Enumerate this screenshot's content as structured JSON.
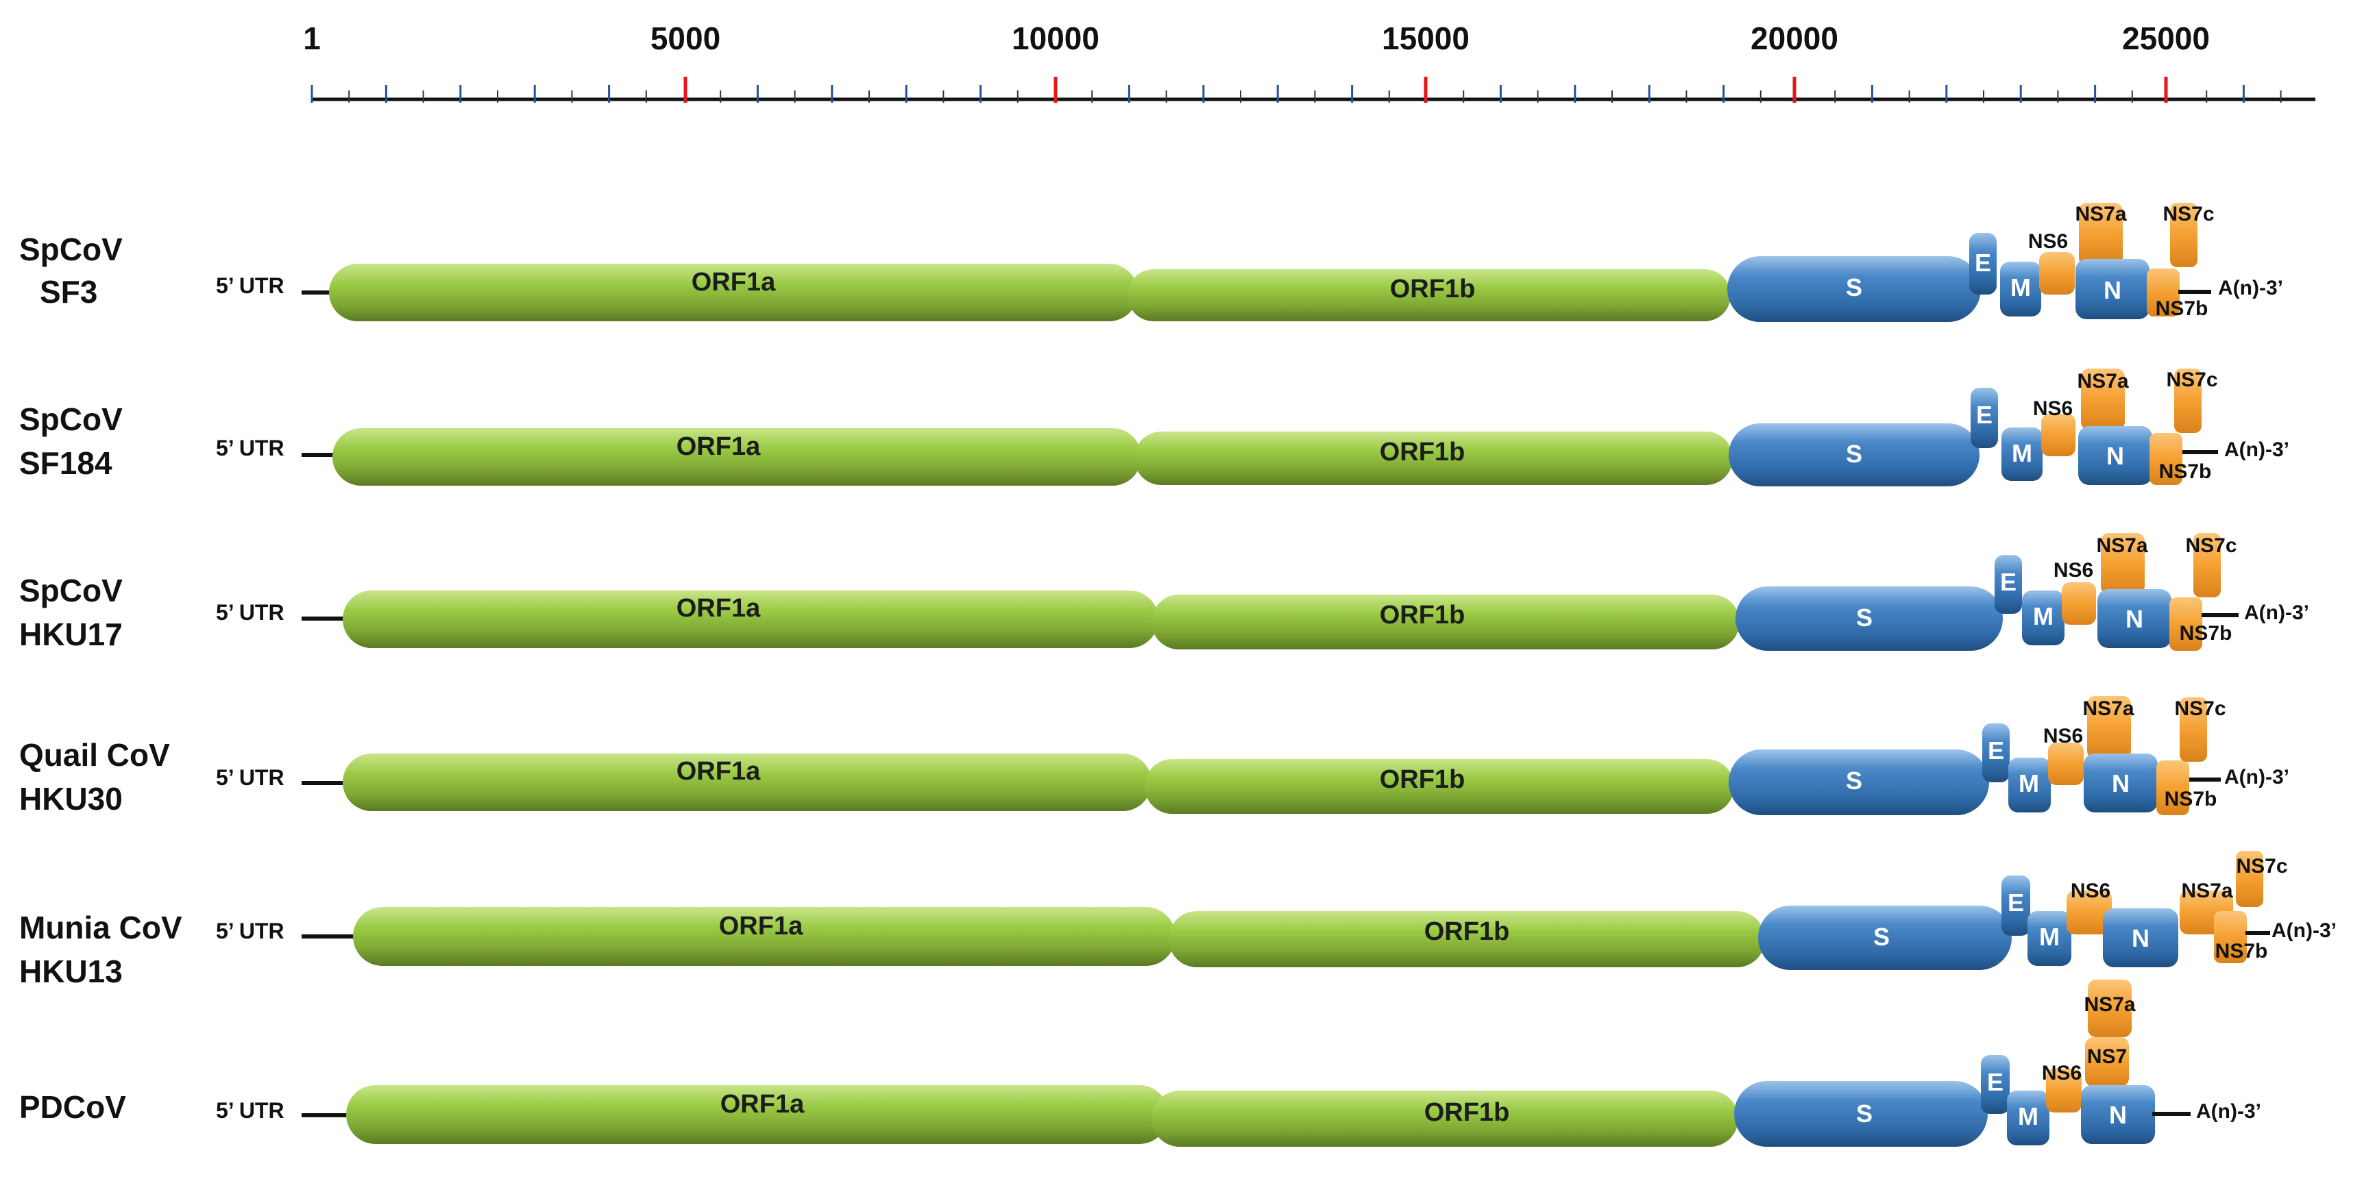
{
  "scale": {
    "tick_labels": [
      "1",
      "5000",
      "10000",
      "15000",
      "20000",
      "25000"
    ],
    "major_tick_color": "#e8161b",
    "minor_tick_color": "#2a4fa0"
  },
  "colors": {
    "orf_green": "#8fc33e",
    "orf_green_dark": "#5d7d22",
    "structural_blue": "#3f7ec0",
    "accessory_orange": "#f5a031"
  },
  "genomes": [
    {
      "name_lines": [
        "SpCoV",
        "SF3"
      ],
      "utr5": "5’ UTR",
      "utr3": "A(n)-3’",
      "genes": [
        "ORF1a",
        "ORF1b",
        "S",
        "E",
        "M",
        "NS6",
        "NS7a",
        "N",
        "NS7b",
        "NS7c"
      ]
    },
    {
      "name_lines": [
        "SpCoV",
        "SF184"
      ],
      "utr5": "5’ UTR",
      "utr3": "A(n)-3’",
      "genes": [
        "ORF1a",
        "ORF1b",
        "S",
        "E",
        "M",
        "NS6",
        "NS7a",
        "N",
        "NS7b",
        "NS7c"
      ]
    },
    {
      "name_lines": [
        "SpCoV",
        "HKU17"
      ],
      "utr5": "5’ UTR",
      "utr3": "A(n)-3’",
      "genes": [
        "ORF1a",
        "ORF1b",
        "S",
        "E",
        "M",
        "NS6",
        "NS7a",
        "N",
        "NS7b",
        "NS7c"
      ]
    },
    {
      "name_lines": [
        "Quail CoV",
        "HKU30"
      ],
      "utr5": "5’ UTR",
      "utr3": "A(n)-3’",
      "genes": [
        "ORF1a",
        "ORF1b",
        "S",
        "E",
        "M",
        "NS6",
        "NS7a",
        "N",
        "NS7b",
        "NS7c"
      ]
    },
    {
      "name_lines": [
        "Munia CoV",
        "HKU13"
      ],
      "utr5": "5’ UTR",
      "utr3": "A(n)-3’",
      "genes": [
        "ORF1a",
        "ORF1b",
        "S",
        "E",
        "M",
        "NS6",
        "N",
        "NS7a",
        "NS7b",
        "NS7c"
      ]
    },
    {
      "name_lines": [
        "PDCoV"
      ],
      "utr5": "5’ UTR",
      "utr3": "A(n)-3’",
      "genes": [
        "ORF1a",
        "ORF1b",
        "S",
        "E",
        "M",
        "NS6",
        "NS7",
        "NS7a",
        "N"
      ]
    }
  ]
}
